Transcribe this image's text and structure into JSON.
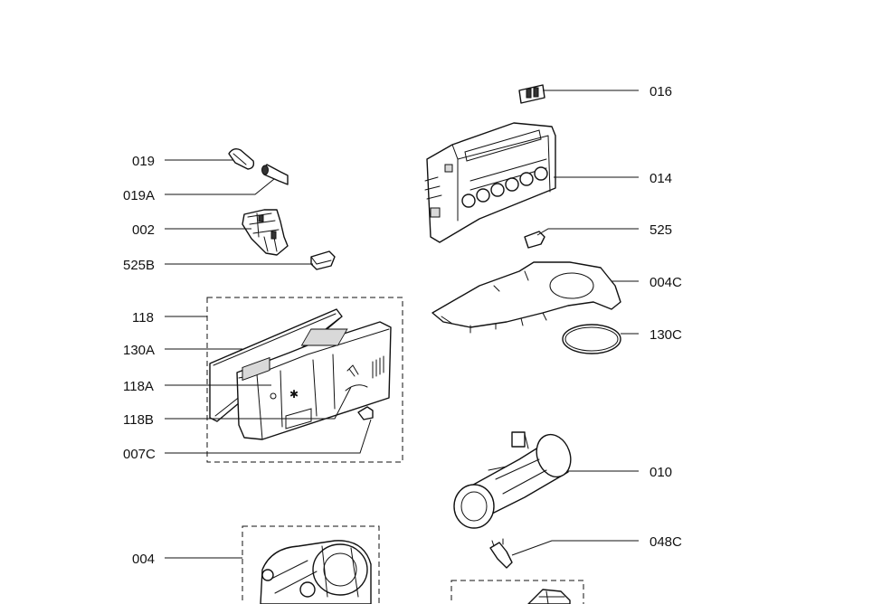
{
  "callouts": {
    "c016": "016",
    "c014": "014",
    "c525": "525",
    "c004C": "004C",
    "c130C": "130C",
    "c010": "010",
    "c048C": "048C",
    "c019": "019",
    "c019A": "019A",
    "c002": "002",
    "c525B": "525B",
    "c118": "118",
    "c130A": "130A",
    "c118A": "118A",
    "c118B": "118B",
    "c007C": "007C",
    "c004": "004"
  },
  "colors": {
    "line": "#111111",
    "background": "#ffffff"
  }
}
